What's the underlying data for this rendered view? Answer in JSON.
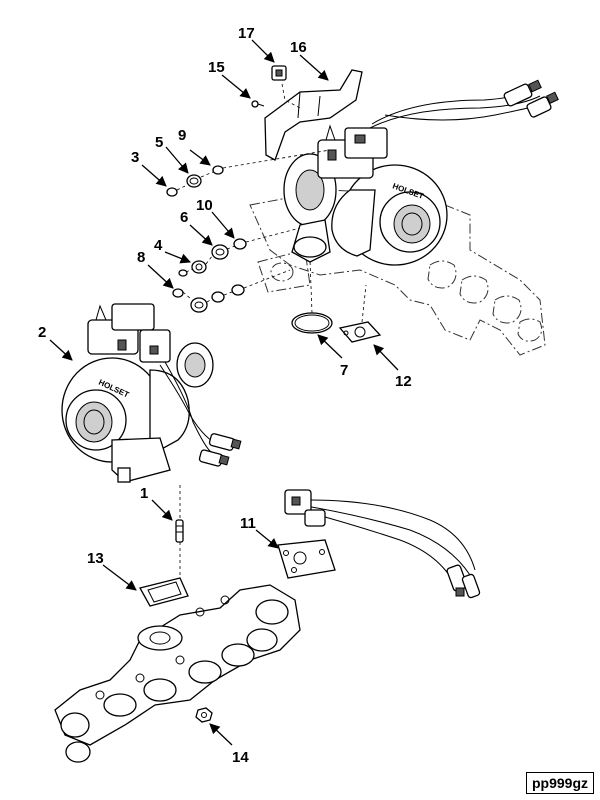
{
  "figure": {
    "reference_code": "pp999gz",
    "callouts": [
      {
        "id": "c1",
        "label": "1"
      },
      {
        "id": "c2",
        "label": "2"
      },
      {
        "id": "c3",
        "label": "3"
      },
      {
        "id": "c4",
        "label": "4"
      },
      {
        "id": "c5",
        "label": "5"
      },
      {
        "id": "c6",
        "label": "6"
      },
      {
        "id": "c7",
        "label": "7"
      },
      {
        "id": "c8",
        "label": "8"
      },
      {
        "id": "c9",
        "label": "9"
      },
      {
        "id": "c10",
        "label": "10"
      },
      {
        "id": "c11",
        "label": "11"
      },
      {
        "id": "c12",
        "label": "12"
      },
      {
        "id": "c13",
        "label": "13"
      },
      {
        "id": "c14",
        "label": "14"
      },
      {
        "id": "c15",
        "label": "15"
      },
      {
        "id": "c16",
        "label": "16"
      },
      {
        "id": "c17",
        "label": "17"
      }
    ],
    "brand_mark": "HOLSET"
  }
}
